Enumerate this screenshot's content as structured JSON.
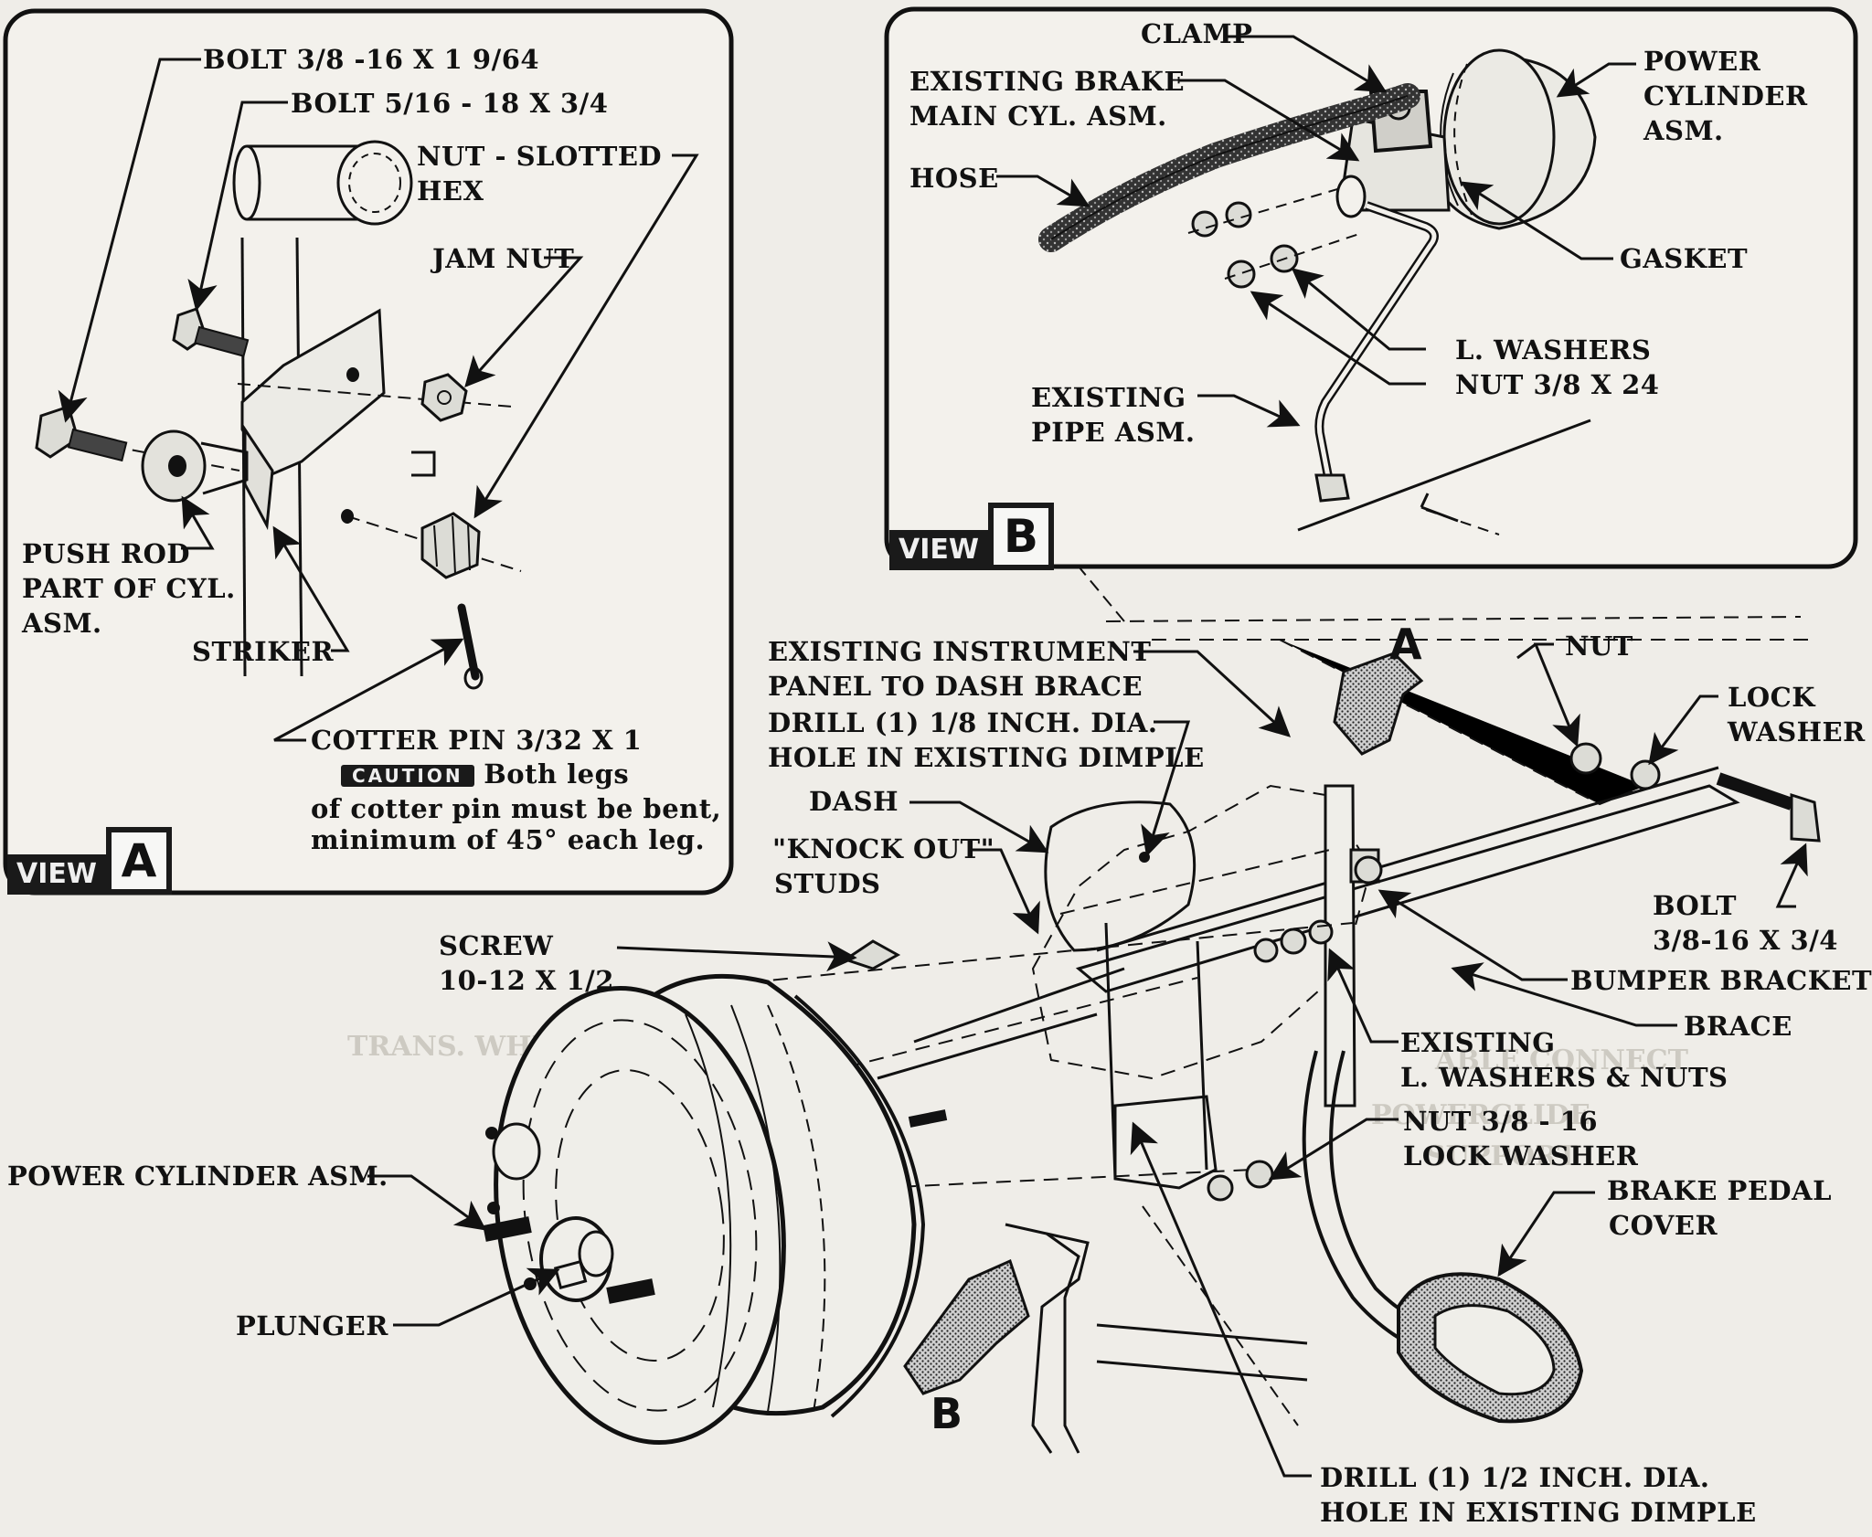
{
  "view_a": {
    "tag_word": "VIEW",
    "tag_letter": "A",
    "labels": {
      "bolt_3_8": "BOLT 3/8 -16 X 1 9/64",
      "bolt_5_16": "BOLT 5/16 - 18 X 3/4",
      "nut_slotted_1": "NUT - SLOTTED",
      "nut_slotted_2": "HEX",
      "jam_nut": "JAM NUT",
      "push_rod_1": "PUSH ROD",
      "push_rod_2": "PART OF CYL.",
      "push_rod_3": "ASM.",
      "striker": "STRIKER",
      "cotter_pin": "COTTER PIN 3/32 X 1",
      "caution_badge": "CAUTION",
      "caution_text_1": "Both legs",
      "caution_text_2": "of cotter pin must be bent,",
      "caution_text_3": "minimum of 45° each leg."
    }
  },
  "view_b": {
    "tag_word": "VIEW",
    "tag_letter": "B",
    "labels": {
      "clamp": "CLAMP",
      "existing_brake_1": "EXISTING BRAKE",
      "existing_brake_2": "MAIN CYL. ASM.",
      "hose": "HOSE",
      "power_cyl_1": "POWER",
      "power_cyl_2": "CYLINDER",
      "power_cyl_3": "ASM.",
      "gasket": "GASKET",
      "l_washers": "L. WASHERS",
      "nut_3_8_24": "NUT 3/8 X 24",
      "existing_pipe_1": "EXISTING",
      "existing_pipe_2": "PIPE ASM."
    }
  },
  "main": {
    "marker_a": "A",
    "marker_b": "B",
    "labels": {
      "instrument_panel_1": "EXISTING INSTRUMENT",
      "instrument_panel_2": "PANEL TO DASH BRACE",
      "drill_18_1": "DRILL (1) 1/8 INCH. DIA.",
      "drill_18_2": "HOLE IN EXISTING DIMPLE",
      "dash": "DASH",
      "knockout_1": "\"KNOCK OUT\"",
      "knockout_2": "STUDS",
      "screw_1": "SCREW",
      "screw_2": "10-12 X 1/2",
      "nut": "NUT",
      "lock_washer_1": "LOCK",
      "lock_washer_2": "WASHER",
      "bolt_1": "BOLT",
      "bolt_2": "3/8-16 X 3/4",
      "bumper_bracket": "BUMPER BRACKET",
      "brace": "BRACE",
      "existing_lw_1": "EXISTING",
      "existing_lw_2": "L. WASHERS & NUTS",
      "nut_3816_1": "NUT 3/8 - 16",
      "nut_3816_2": "LOCK WASHER",
      "pedal_cover_1": "BRAKE PEDAL",
      "pedal_cover_2": "COVER",
      "power_cyl": "POWER CYLINDER ASM.",
      "plunger": "PLUNGER",
      "drill_12_1": "DRILL (1) 1/2 INCH. DIA.",
      "drill_12_2": "HOLE IN EXISTING DIMPLE"
    }
  }
}
